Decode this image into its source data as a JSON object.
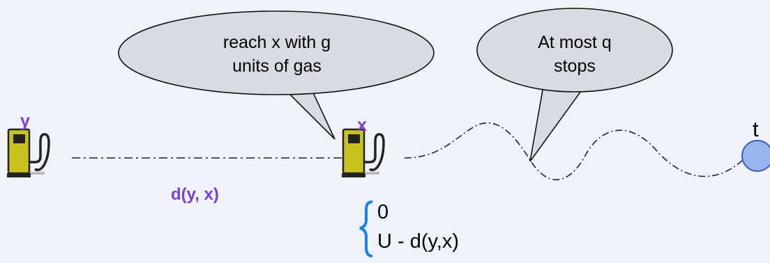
{
  "labels": {
    "station_y": "y",
    "station_x": "x",
    "target_t": "t",
    "distance": "d(y, x)"
  },
  "bubbles": {
    "reach": [
      "reach x with g",
      "units of gas"
    ],
    "stops": [
      "At most q",
      "stops"
    ]
  },
  "piecewise": {
    "case1": "0",
    "case2": "U - d(y,x)"
  },
  "colors": {
    "background": "#eff3f9",
    "label_purple": "#7a3fd6",
    "pump_yellow": "#c8c21c",
    "bubble_fill": "#d9dbe2",
    "target_fill": "#99b4ef",
    "target_stroke": "#3d5fb6",
    "brace": "#1e7fe4"
  },
  "icons": [
    "gas-pump-icon",
    "gas-pump-icon",
    "target-node-icon",
    "brace-icon"
  ]
}
